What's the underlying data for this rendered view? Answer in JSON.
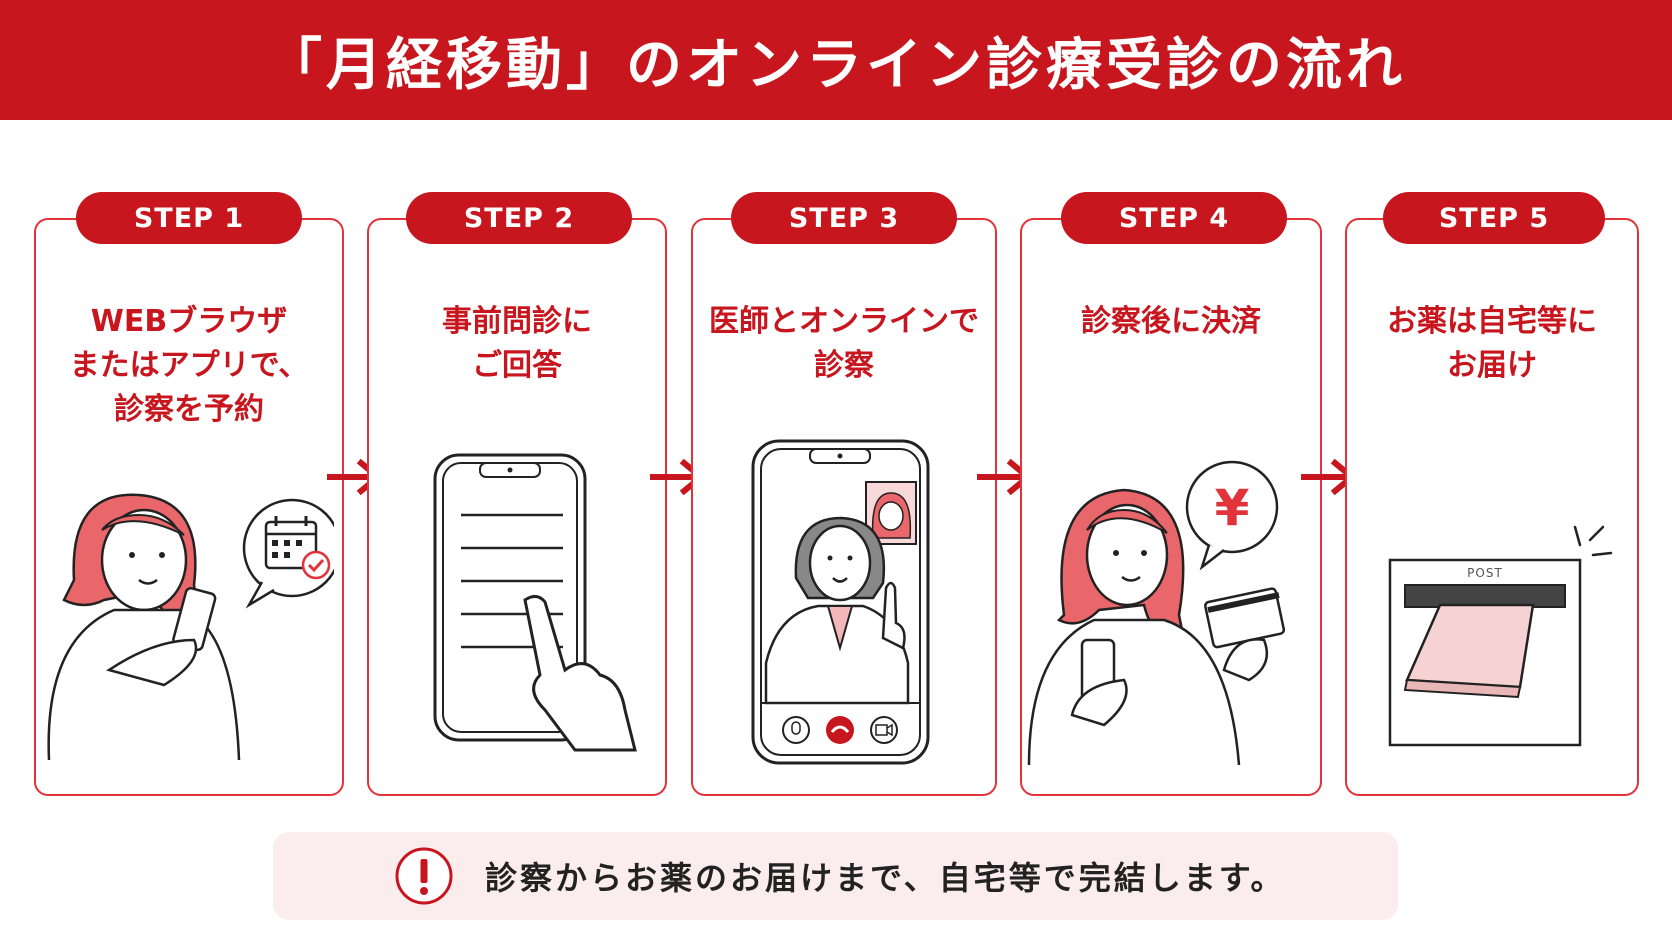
{
  "title": "「月経移動」のオンライン診療受診の流れ",
  "colors": {
    "accent": "#c8161e",
    "border": "#e2323a",
    "skin": "#ffffff",
    "hair": "#e9666b",
    "note_bg": "#fbeced"
  },
  "steps": [
    {
      "badge": "STEP 1",
      "lines": [
        "WEBブラウザ",
        "またはアプリで、",
        "診察を予約"
      ],
      "icon": "woman-smartphone-calendar-icon"
    },
    {
      "badge": "STEP 2",
      "lines": [
        "事前問診に",
        "ご回答"
      ],
      "icon": "smartphone-questionnaire-icon"
    },
    {
      "badge": "STEP 3",
      "lines": [
        "医師とオンラインで",
        "診察"
      ],
      "icon": "video-call-doctor-icon"
    },
    {
      "badge": "STEP 4",
      "lines": [
        "診察後に決済"
      ],
      "icon": "woman-credit-card-icon"
    },
    {
      "badge": "STEP 5",
      "lines": [
        "お薬は自宅等に",
        "お届け"
      ],
      "icon": "postbox-delivery-icon"
    }
  ],
  "step3_screen": {
    "mic": "mic-icon",
    "hangup": "hangup-icon",
    "camera": "camera-icon"
  },
  "step4_bubble": "¥",
  "step5_post_label": "POST",
  "note": {
    "icon": "exclamation-icon",
    "text": "診察からお薬のお届けまで、自宅等で完結します。"
  }
}
